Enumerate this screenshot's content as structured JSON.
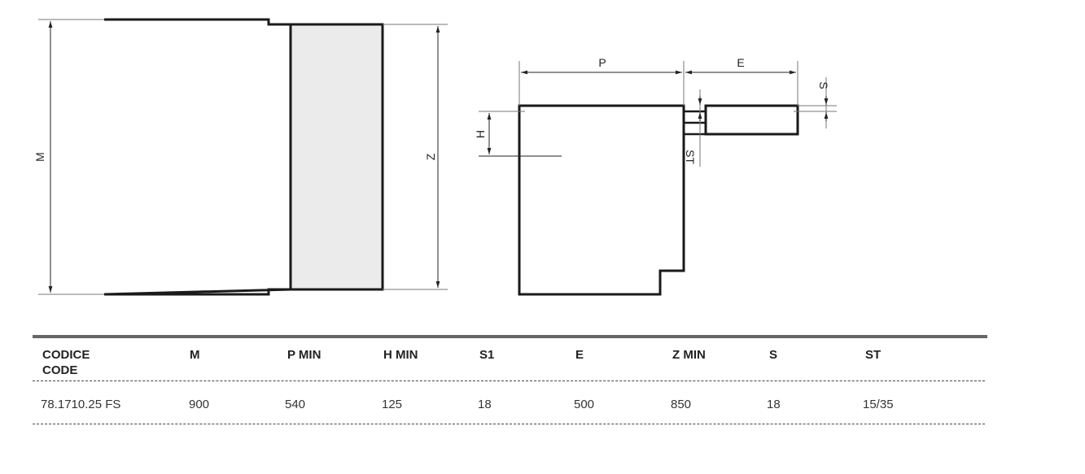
{
  "drawing": {
    "front": {
      "labels": {
        "m": "M",
        "z": "Z"
      }
    },
    "side": {
      "labels": {
        "p": "P",
        "e": "E",
        "s": "S",
        "h": "H",
        "st": "ST"
      }
    }
  },
  "table": {
    "headers": [
      [
        "CODICE",
        "CODE"
      ],
      [
        "M"
      ],
      [
        "P MIN"
      ],
      [
        "H MIN"
      ],
      [
        "S1"
      ],
      [
        "E"
      ],
      [
        "Z MIN"
      ],
      [
        "S"
      ],
      [
        "ST"
      ]
    ],
    "rows": [
      [
        "78.1710.25 FS",
        "900",
        "540",
        "125",
        "18",
        "500",
        "850",
        "18",
        "15/35"
      ]
    ]
  },
  "colors": {
    "panel_fill": "#ebebeb",
    "outline": "#1a1a1a",
    "rule": "#666666"
  }
}
